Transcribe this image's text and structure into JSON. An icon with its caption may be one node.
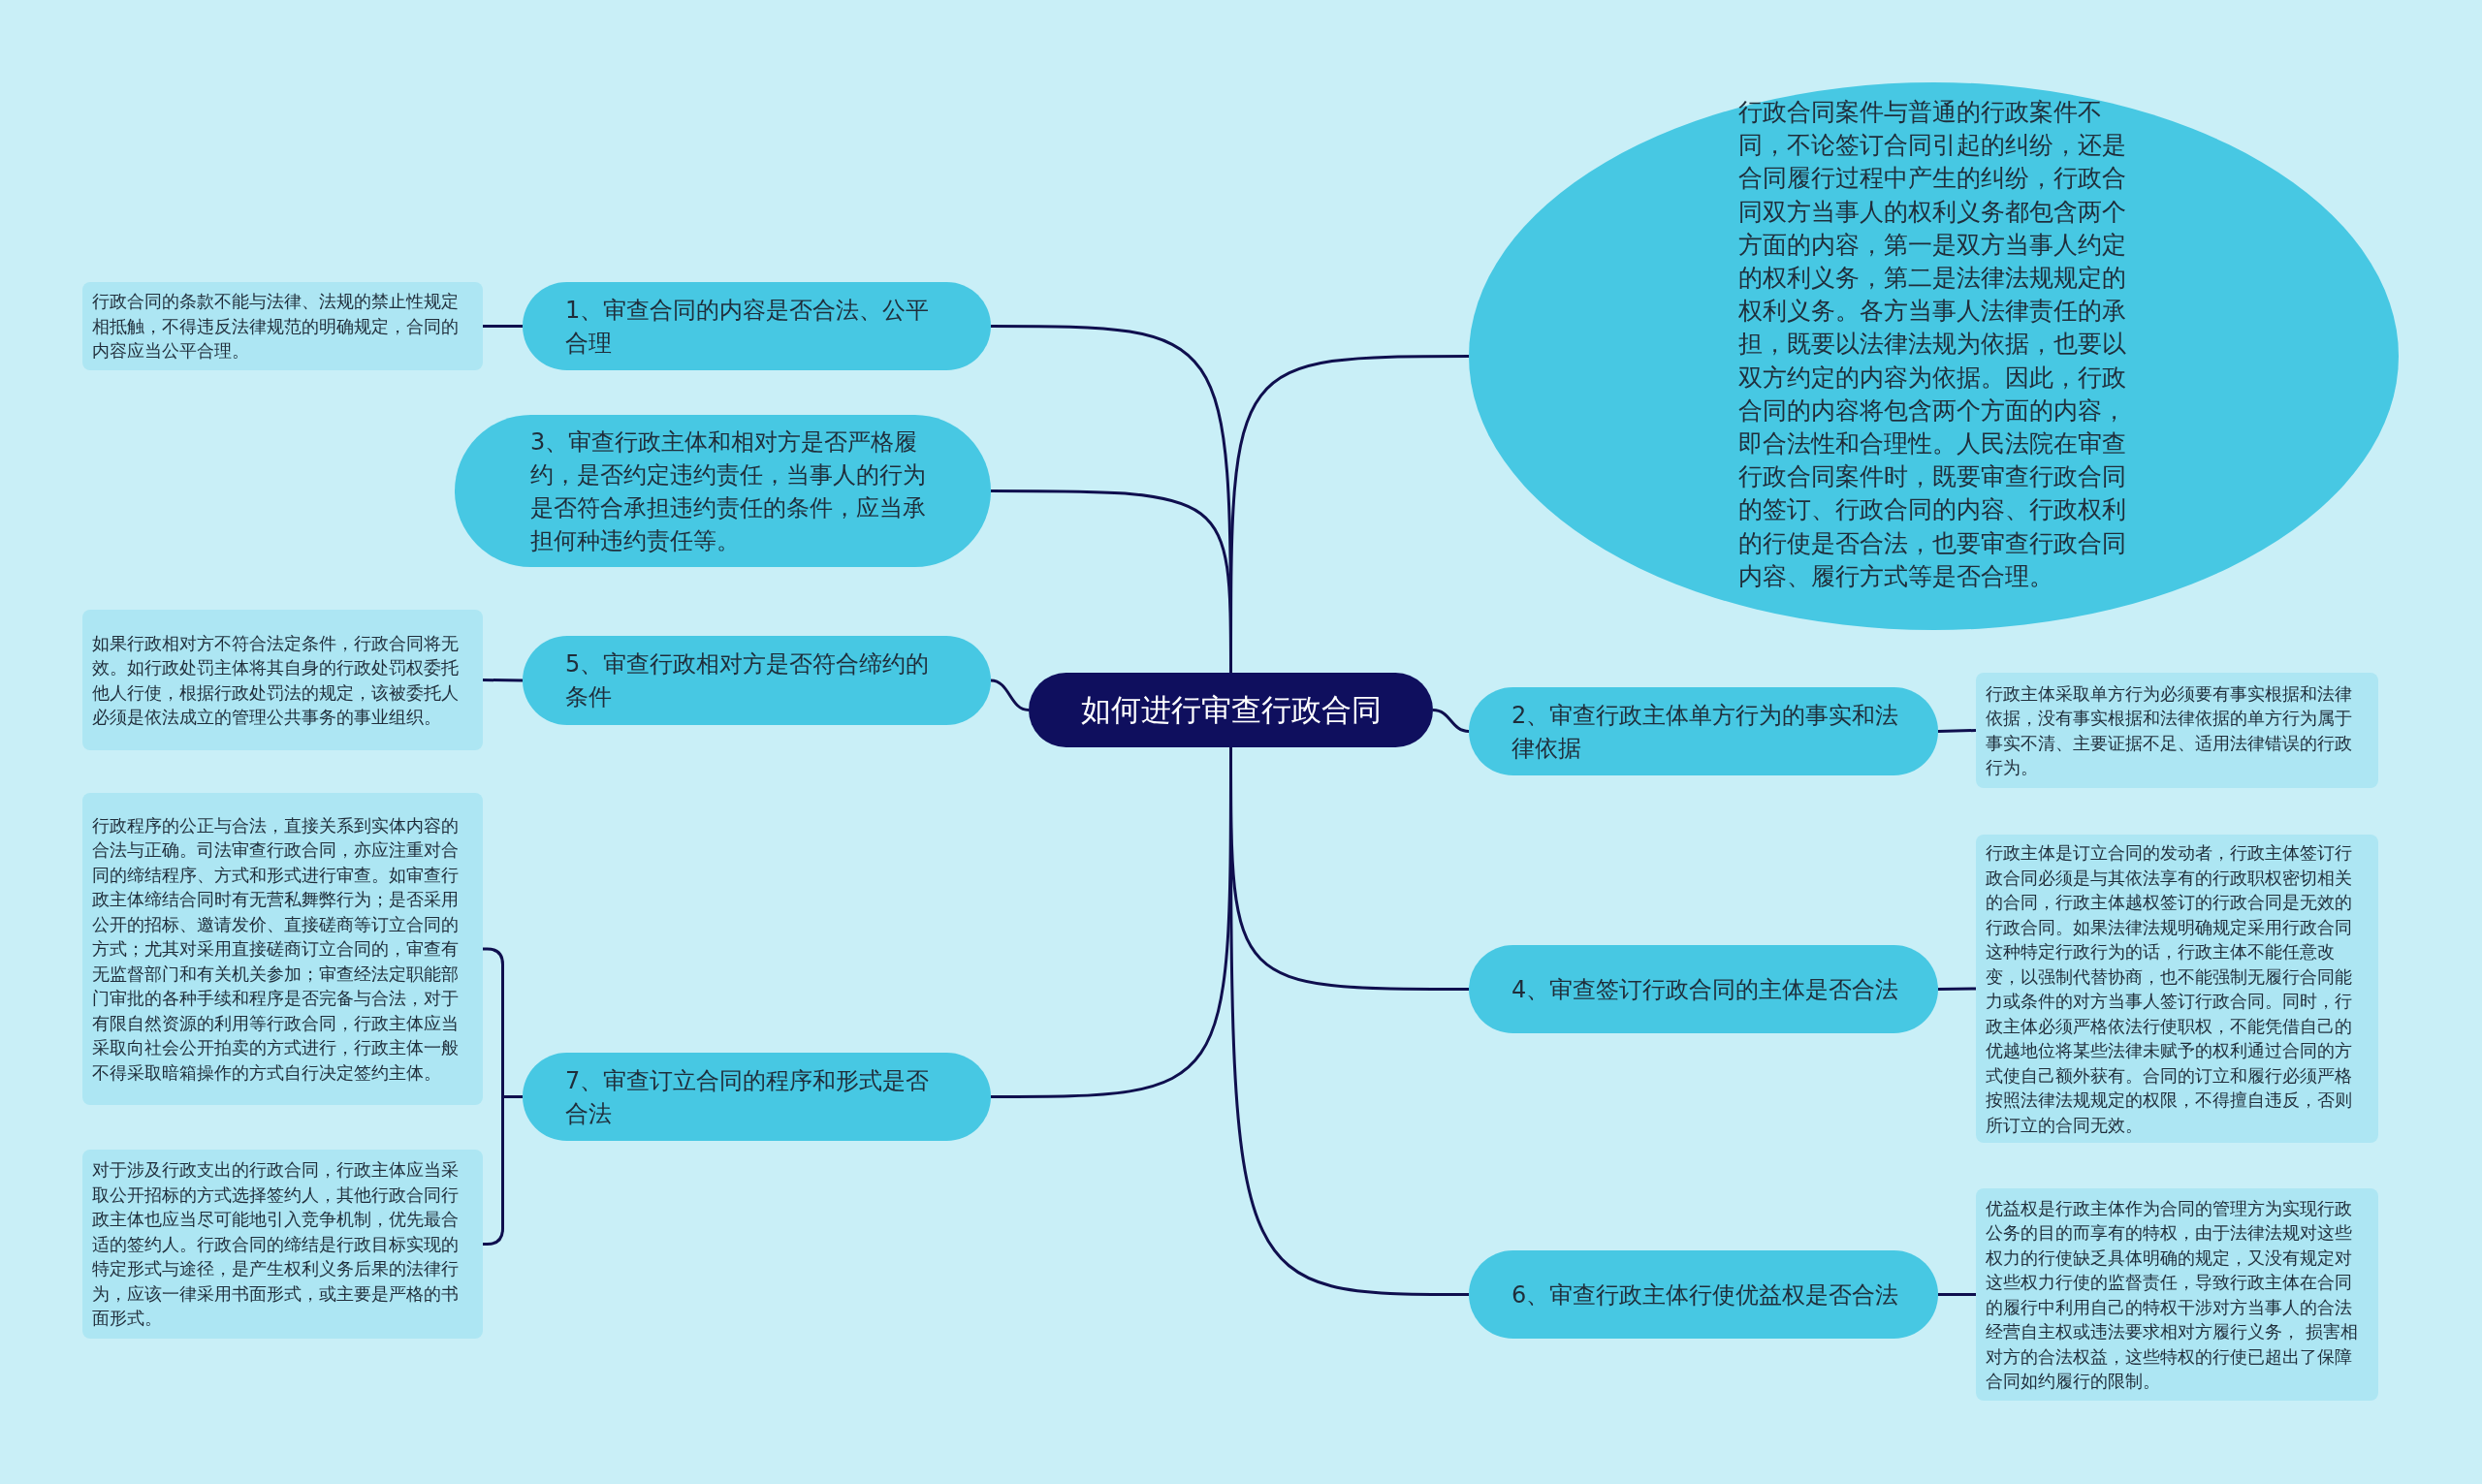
{
  "diagram": {
    "nodes": [
      {
        "text": [
          "如何进行审查行政合同"
        ]
      },
      {
        "text": [
          "行政合同案件与普通的行政案件不同，不论签订合同引起的纠纷，还是合同履行过程中产生的纠纷，行政合同双方当事人的权利义务都包含两个方面的内容，第一是双方当事人约定的权利义务，第二是法律法规规定的权利义务。各方当事人法律责任的承担，既要以法律法规为依据，也要以双方约定的内容为依据。因此，行政合同的内容将包含两个方面的内容，即合法性和合理性。人民法院在审查行政合同案件时，既要审查行政合同的签订、行政合同的内容、行政权利的行使是否合法，也要审查行政合同内容、履行方式等是否合理。"
        ]
      },
      {
        "text": [
          "1、审查合同的内容是否合法、公平合理"
        ]
      },
      {
        "text": [
          "行政合同的条款不能与法律、法规的禁止性规定相抵触，不得违反法律规范的明确规定，合同的内容应当公平合理。"
        ]
      },
      {
        "text": [
          "3、审查行政主体和相对方是否严格履约，是否约定违约责任，当事人的行为是否符合承担违约责任的条件，应当承担何种违约责任等。"
        ]
      },
      {
        "text": [
          "5、审查行政相对方是否符合缔约的条件"
        ]
      },
      {
        "text": [
          "如果行政相对方不符合法定条件，行政合同将无效。如行政处罚主体将其自身的行政处罚权委托他人行使，根据行政处罚法的规定，该被委托人必须是依法成立的管理公共事务的事业组织。"
        ]
      },
      {
        "text": [
          "2、审查行政主体单方行为的事实和法律依据"
        ]
      },
      {
        "text": [
          "行政主体采取单方行为必须要有事实根据和法律依据，没有事实根据和法律依据的单方行为属于事实不清、主要证据不足、适用法律错误的行政行为。"
        ]
      },
      {
        "text": [
          "4、审查签订行政合同的主体是否合法"
        ]
      },
      {
        "text": [
          "行政主体是订立合同的发动者，行政主体签订行政合同必须是与其依法享有的行政职权密切相关的合同，行政主体越权签订的行政合同是无效的行政合同。如果法律法规明确规定采用行政合同这种特定行政行为的话，行政主体不能任意改变，以强制代替协商，也不能强制无履行合同能力或条件的对方当事人签订行政合同。同时，行政主体必须严格依法行使职权，不能凭借自己的优越地位将某些法律未赋予的权利通过合同的方式使自己额外获有。合同的订立和履行必须严格按照法律法规规定的权限，不得擅自违反，否则所订立的合同无效。"
        ]
      },
      {
        "text": [
          "7、审查订立合同的程序和形式是否合法"
        ]
      },
      {
        "text": [
          "行政程序的公正与合法，直接关系到实体内容的合法与正确。司法审查行政合同，亦应注重对合同的缔结程序、方式和形式进行审查。如审查行政主体缔结合同时有无营私舞弊行为；是否采用公开的招标、邀请发价、直接磋商等订立合同的方式；尤其对采用直接磋商订立合同的，审查有无监督部门和有关机关参加；审查经法定职能部门审批的各种手续和程序是否完备与合法，对于有限自然资源的利用等行政合同，行政主体应当采取向社会公开拍卖的方式进行，行政主体一般不得采取暗箱操作的方式自行决定签约主体。"
        ]
      },
      {
        "text": [
          "对于涉及行政支出的行政合同，行政主体应当采取公开招标的方式选择签约人，其他行政合同行政主体也应当尽可能地引入竞争机制，优先最合适的签约人。行政合同的缔结是行政目标实现的特定形式与途径，是产生权利义务后果的法律行为，应该一律采用书面形式，或主要是严格的书面形式。"
        ]
      },
      {
        "text": [
          "6、审查行政主体行使优益权是否合法"
        ]
      },
      {
        "text": [
          "优益权是行政主体作为合同的管理方为实现行政公务的目的而享有的特权，由于法律法规对这些权力的行使缺乏具体明确的规定，又没有规定对这些权力行使的监督责任，导致行政主体在合同的履行中利用自己的特权干涉对方当事人的合法经营自主权或违法要求相对方履行义务， 损害相对方的合法权益，这些特权的行使已超出了保障合同如约履行的限制。"
        ]
      }
    ],
    "edges": [
      {
        "from": 0,
        "to": 1,
        "arrow": "none"
      },
      {
        "from": 0,
        "to": 2,
        "arrow": "none"
      },
      {
        "from": 2,
        "to": 3,
        "arrow": "none"
      },
      {
        "from": 0,
        "to": 4,
        "arrow": "none"
      },
      {
        "from": 0,
        "to": 5,
        "arrow": "none"
      },
      {
        "from": 5,
        "to": 6,
        "arrow": "none"
      },
      {
        "from": 0,
        "to": 7,
        "arrow": "none"
      },
      {
        "from": 7,
        "to": 8,
        "arrow": "none"
      },
      {
        "from": 0,
        "to": 9,
        "arrow": "none"
      },
      {
        "from": 9,
        "to": 10,
        "arrow": "none"
      },
      {
        "from": 0,
        "to": 11,
        "arrow": "none"
      },
      {
        "from": 11,
        "to": 12,
        "arrow": "none"
      },
      {
        "from": 11,
        "to": 13,
        "arrow": "none"
      },
      {
        "from": 0,
        "to": 14,
        "arrow": "none"
      },
      {
        "from": 14,
        "to": 15,
        "arrow": "none"
      }
    ]
  }
}
